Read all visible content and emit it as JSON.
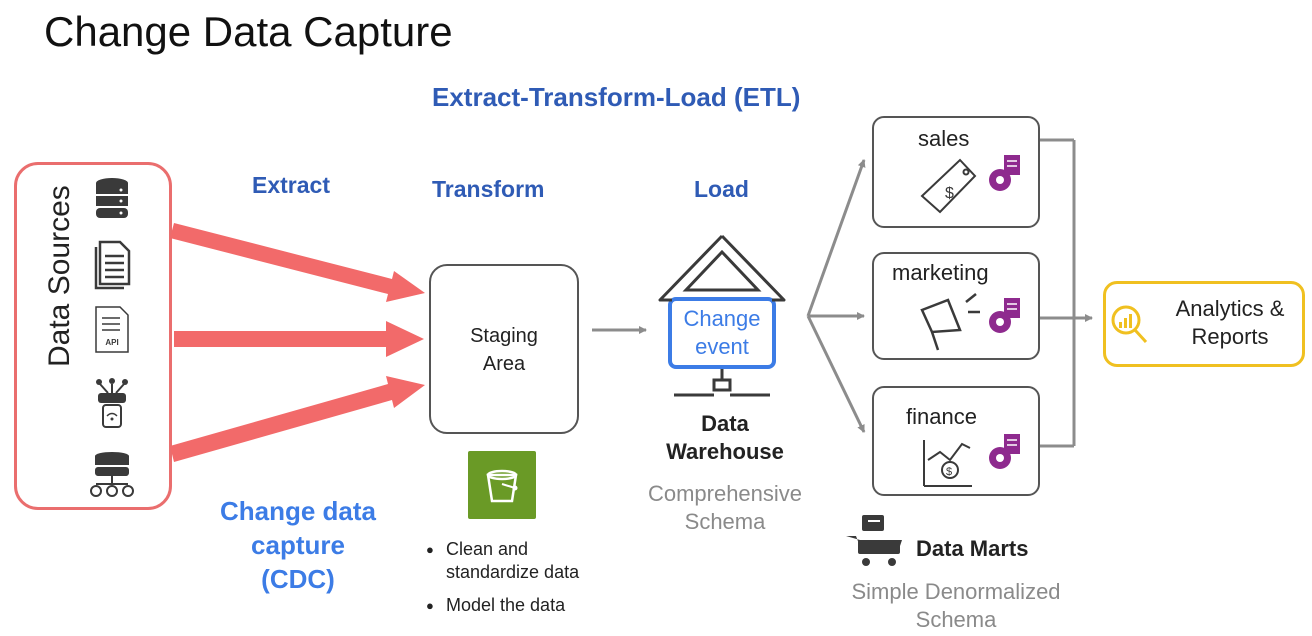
{
  "title": "Change Data Capture",
  "etl_label": "Extract-Transform-Load (ETL)",
  "stages": {
    "extract": "Extract",
    "transform": "Transform",
    "load": "Load"
  },
  "data_sources": {
    "label": "Data Sources",
    "icons": [
      "database-icon",
      "document-icon",
      "api-document-icon",
      "iot-device-icon",
      "server-network-icon"
    ],
    "api_text": "API"
  },
  "cdc_label": {
    "line1": "Change data",
    "line2": "capture",
    "line3": "(CDC)"
  },
  "staging": {
    "line1": "Staging",
    "line2": "Area",
    "bullets": [
      "Clean and standardize data",
      "Model the data"
    ],
    "bullet1_line1": "Clean and",
    "bullet1_line2": "standardize data",
    "bullet2": "Model the data"
  },
  "warehouse": {
    "change_line1": "Change",
    "change_line2": "event",
    "name_line1": "Data",
    "name_line2": "Warehouse",
    "schema_line1": "Comprehensive",
    "schema_line2": "Schema"
  },
  "data_marts": {
    "items": [
      {
        "name": "sales",
        "icon": "price-tag-icon"
      },
      {
        "name": "marketing",
        "icon": "megaphone-icon"
      },
      {
        "name": "finance",
        "icon": "finance-chart-icon"
      }
    ],
    "label": "Data Marts",
    "schema_line1": "Simple Denormalized",
    "schema_line2": "Schema"
  },
  "analytics": {
    "line1": "Analytics &",
    "line2": "Reports"
  },
  "colors": {
    "title": "#111111",
    "blue_label": "#2f5bb5",
    "cdc_blue": "#3c7ce6",
    "source_red": "#ea6e6e",
    "arrow_red": "#f26a6a",
    "gray_arrow": "#8c8c8c",
    "bucket_green": "#6a9a26",
    "gear_purple": "#8e2a8e",
    "analytics_yellow": "#f0c020"
  }
}
